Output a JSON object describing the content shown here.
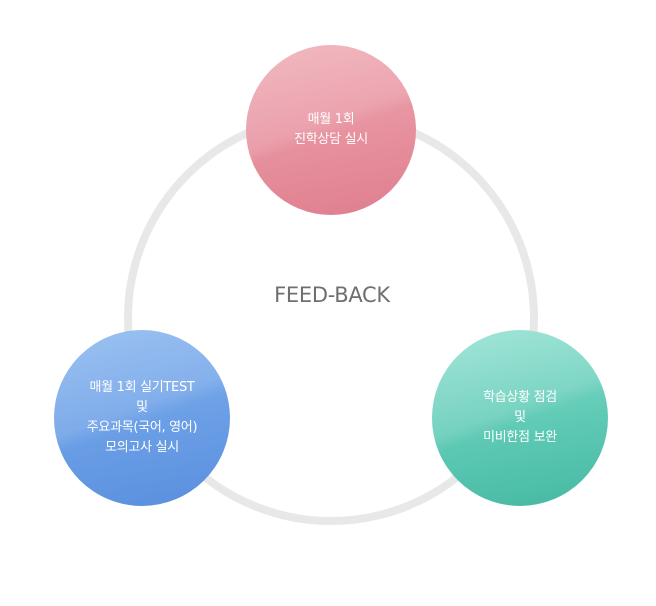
{
  "diagram": {
    "center_label": "FEED-BACK",
    "nodes": [
      {
        "id": "top",
        "lines": [
          "매월 1회",
          "진학상담 실시"
        ],
        "color": "#e7919f"
      },
      {
        "id": "right",
        "lines": [
          "학습상황 점검",
          "및",
          "미비한점 보완"
        ],
        "color": "#5fcab5"
      },
      {
        "id": "left",
        "lines": [
          "매월 1회 실기TEST",
          "및",
          "주요과목(국어, 영어)",
          "모의고사 실시"
        ],
        "color": "#6a9ee6"
      }
    ],
    "ring_color": "#e8e8e8"
  }
}
